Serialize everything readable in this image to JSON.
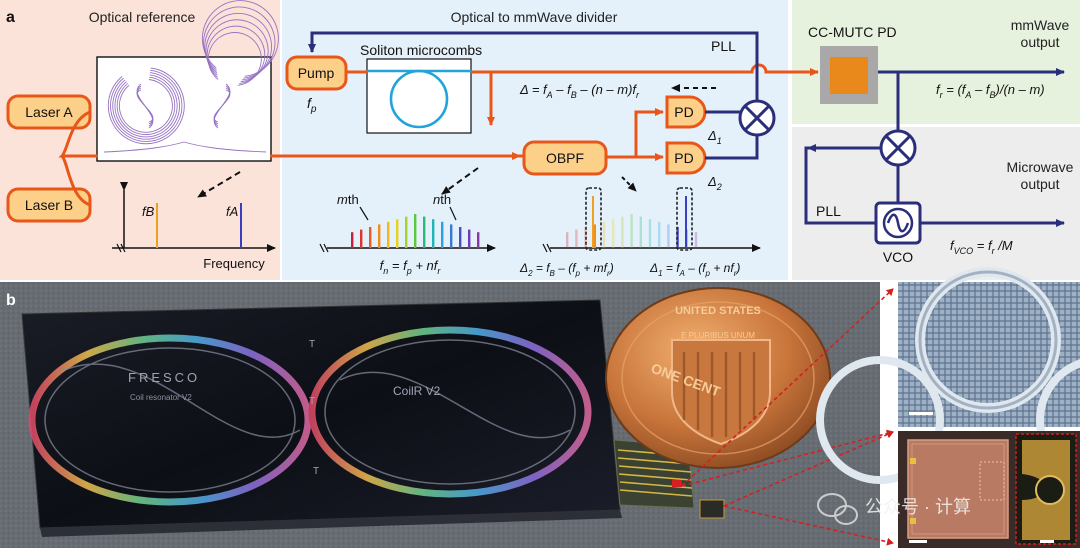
{
  "panel_a": {
    "letter": "a",
    "sections": {
      "optical_reference": "Optical reference",
      "divider": "Optical to mmWave divider",
      "mmwave_output": "mmWave\noutput",
      "microwave_output": "Microwave\noutput"
    },
    "blocks": {
      "laser_a": "Laser A",
      "laser_b": "Laser B",
      "pump": "Pump",
      "obpf": "OBPF",
      "pd1": "PD",
      "pd2": "PD",
      "vco": "VCO",
      "cc_mutc": "CC-MUTC PD",
      "soliton": "Soliton microcombs"
    },
    "labels": {
      "pll_top": "PLL",
      "pll_bottom": "PLL",
      "fp_symbol": "f",
      "fp_sub": "p",
      "delta_eq": "Δ = fA – fB – (n – m)fr",
      "delta1": "Δ1",
      "delta2": "Δ2",
      "fr_eq": "fr = (fA – fB)/(n – m)",
      "fvco_eq": "fVCO = fr /M",
      "frequency": "Frequency",
      "fb": "fB",
      "fa": "fA",
      "mth": "mth",
      "nth": "nth",
      "fn_eq": "fn = fp + nfr",
      "d2_eq": "Δ2 = fB – (fp + mfr)",
      "d1_eq": "Δ1 = fA – (fp + nfr)"
    },
    "colors": {
      "optical_path": "#e8561a",
      "electrical_path": "#2b2e7a",
      "block_fill": "#fdd08a",
      "block_stroke": "#e8561a",
      "bg_optical_reference": "#fbe3da",
      "bg_divider": "#e5f1fa",
      "bg_mmwave": "#e6f2de",
      "bg_microwave": "#ededed"
    }
  },
  "panel_b": {
    "letter": "b",
    "chip_text": [
      "FRESCO",
      "Coil resonator V2",
      "CoilR V2",
      "T",
      "T",
      "T"
    ],
    "coin_text": [
      "UNITED STATES",
      "E PLURIBUS UNUM",
      "ONE CENT"
    ],
    "watermark": "公众号 · 计算"
  }
}
